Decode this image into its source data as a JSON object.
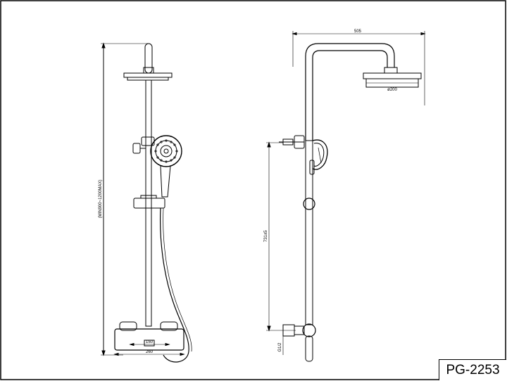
{
  "model": "PG-2253",
  "front_view": {
    "height_label": "(MIN900~1200MAX)",
    "inner_width_label": "150",
    "body_width_label": "260"
  },
  "side_view": {
    "arm_length_label": "505",
    "head_diameter_label": "ø200",
    "inlet_height_label": "731±5",
    "connection_label": "G1/2"
  },
  "colors": {
    "line": "#000000",
    "background": "#ffffff"
  }
}
